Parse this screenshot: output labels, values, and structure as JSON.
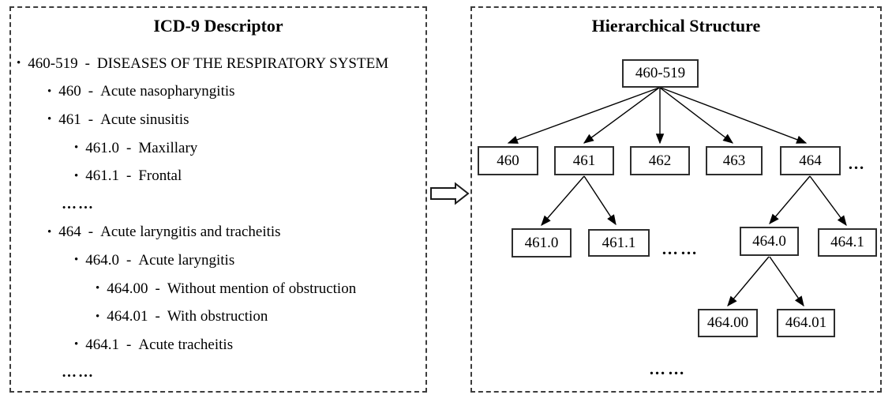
{
  "figure": {
    "left_panel": {
      "title": "ICD-9 Descriptor",
      "bullet": "•",
      "separator": "-",
      "rows": [
        {
          "code": "460-519",
          "desc": "DISEASES OF THE RESPIRATORY SYSTEM"
        },
        {
          "code": "460",
          "desc": "Acute nasopharyngitis"
        },
        {
          "code": "461",
          "desc": "Acute sinusitis"
        },
        {
          "code": "461.0",
          "desc": "Maxillary"
        },
        {
          "code": "461.1",
          "desc": "Frontal"
        },
        {
          "ellipsis": "……"
        },
        {
          "code": "464",
          "desc": "Acute laryngitis and tracheitis"
        },
        {
          "code": "464.0",
          "desc": "Acute laryngitis"
        },
        {
          "code": "464.00",
          "desc": "Without mention of obstruction"
        },
        {
          "code": "464.01",
          "desc": "With obstruction"
        },
        {
          "code": "464.1",
          "desc": "Acute tracheitis"
        },
        {
          "ellipsis": "……"
        }
      ]
    },
    "right_panel": {
      "title": "Hierarchical Structure",
      "nodes": {
        "root": "460-519",
        "l2_460": "460",
        "l2_461": "461",
        "l2_462": "462",
        "l2_463": "463",
        "l2_464": "464",
        "l3_461_0": "461.0",
        "l3_461_1": "461.1",
        "l3_464_0": "464.0",
        "l3_464_1": "464.1",
        "l4_464_00": "464.00",
        "l4_464_01": "464.01"
      },
      "ellipsis_siblings": "…",
      "ellipsis_children": "……",
      "ellipsis_bottom": "……"
    },
    "icons": {
      "transform_arrow": "right-block-arrow"
    }
  }
}
